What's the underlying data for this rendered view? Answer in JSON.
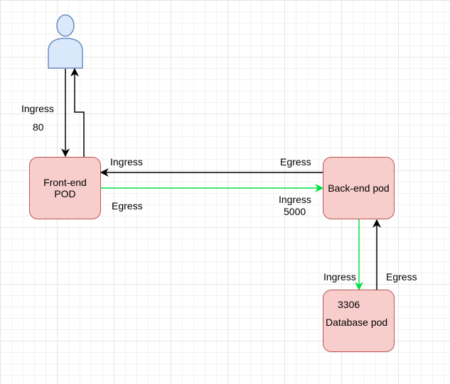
{
  "nodes": {
    "frontend": {
      "label_line1": "Front-end",
      "label_line2": "POD"
    },
    "backend": {
      "label": "Back-end pod"
    },
    "database": {
      "port": "3306",
      "label": "Database pod"
    }
  },
  "labels": {
    "user_ingress": "Ingress",
    "user_port": "80",
    "frontend_ingress": "Ingress",
    "frontend_egress": "Egress",
    "backend_egress": "Egress",
    "backend_ingress": "Ingress",
    "backend_port": "5000",
    "db_ingress": "Ingress",
    "db_egress": "Egress"
  },
  "colors": {
    "node_fill": "#f8cecc",
    "node_stroke": "#b85450",
    "user_fill": "#dae8fc",
    "user_stroke": "#6c8ebf",
    "allowed_edge": "#00e040",
    "default_edge": "#000000"
  }
}
